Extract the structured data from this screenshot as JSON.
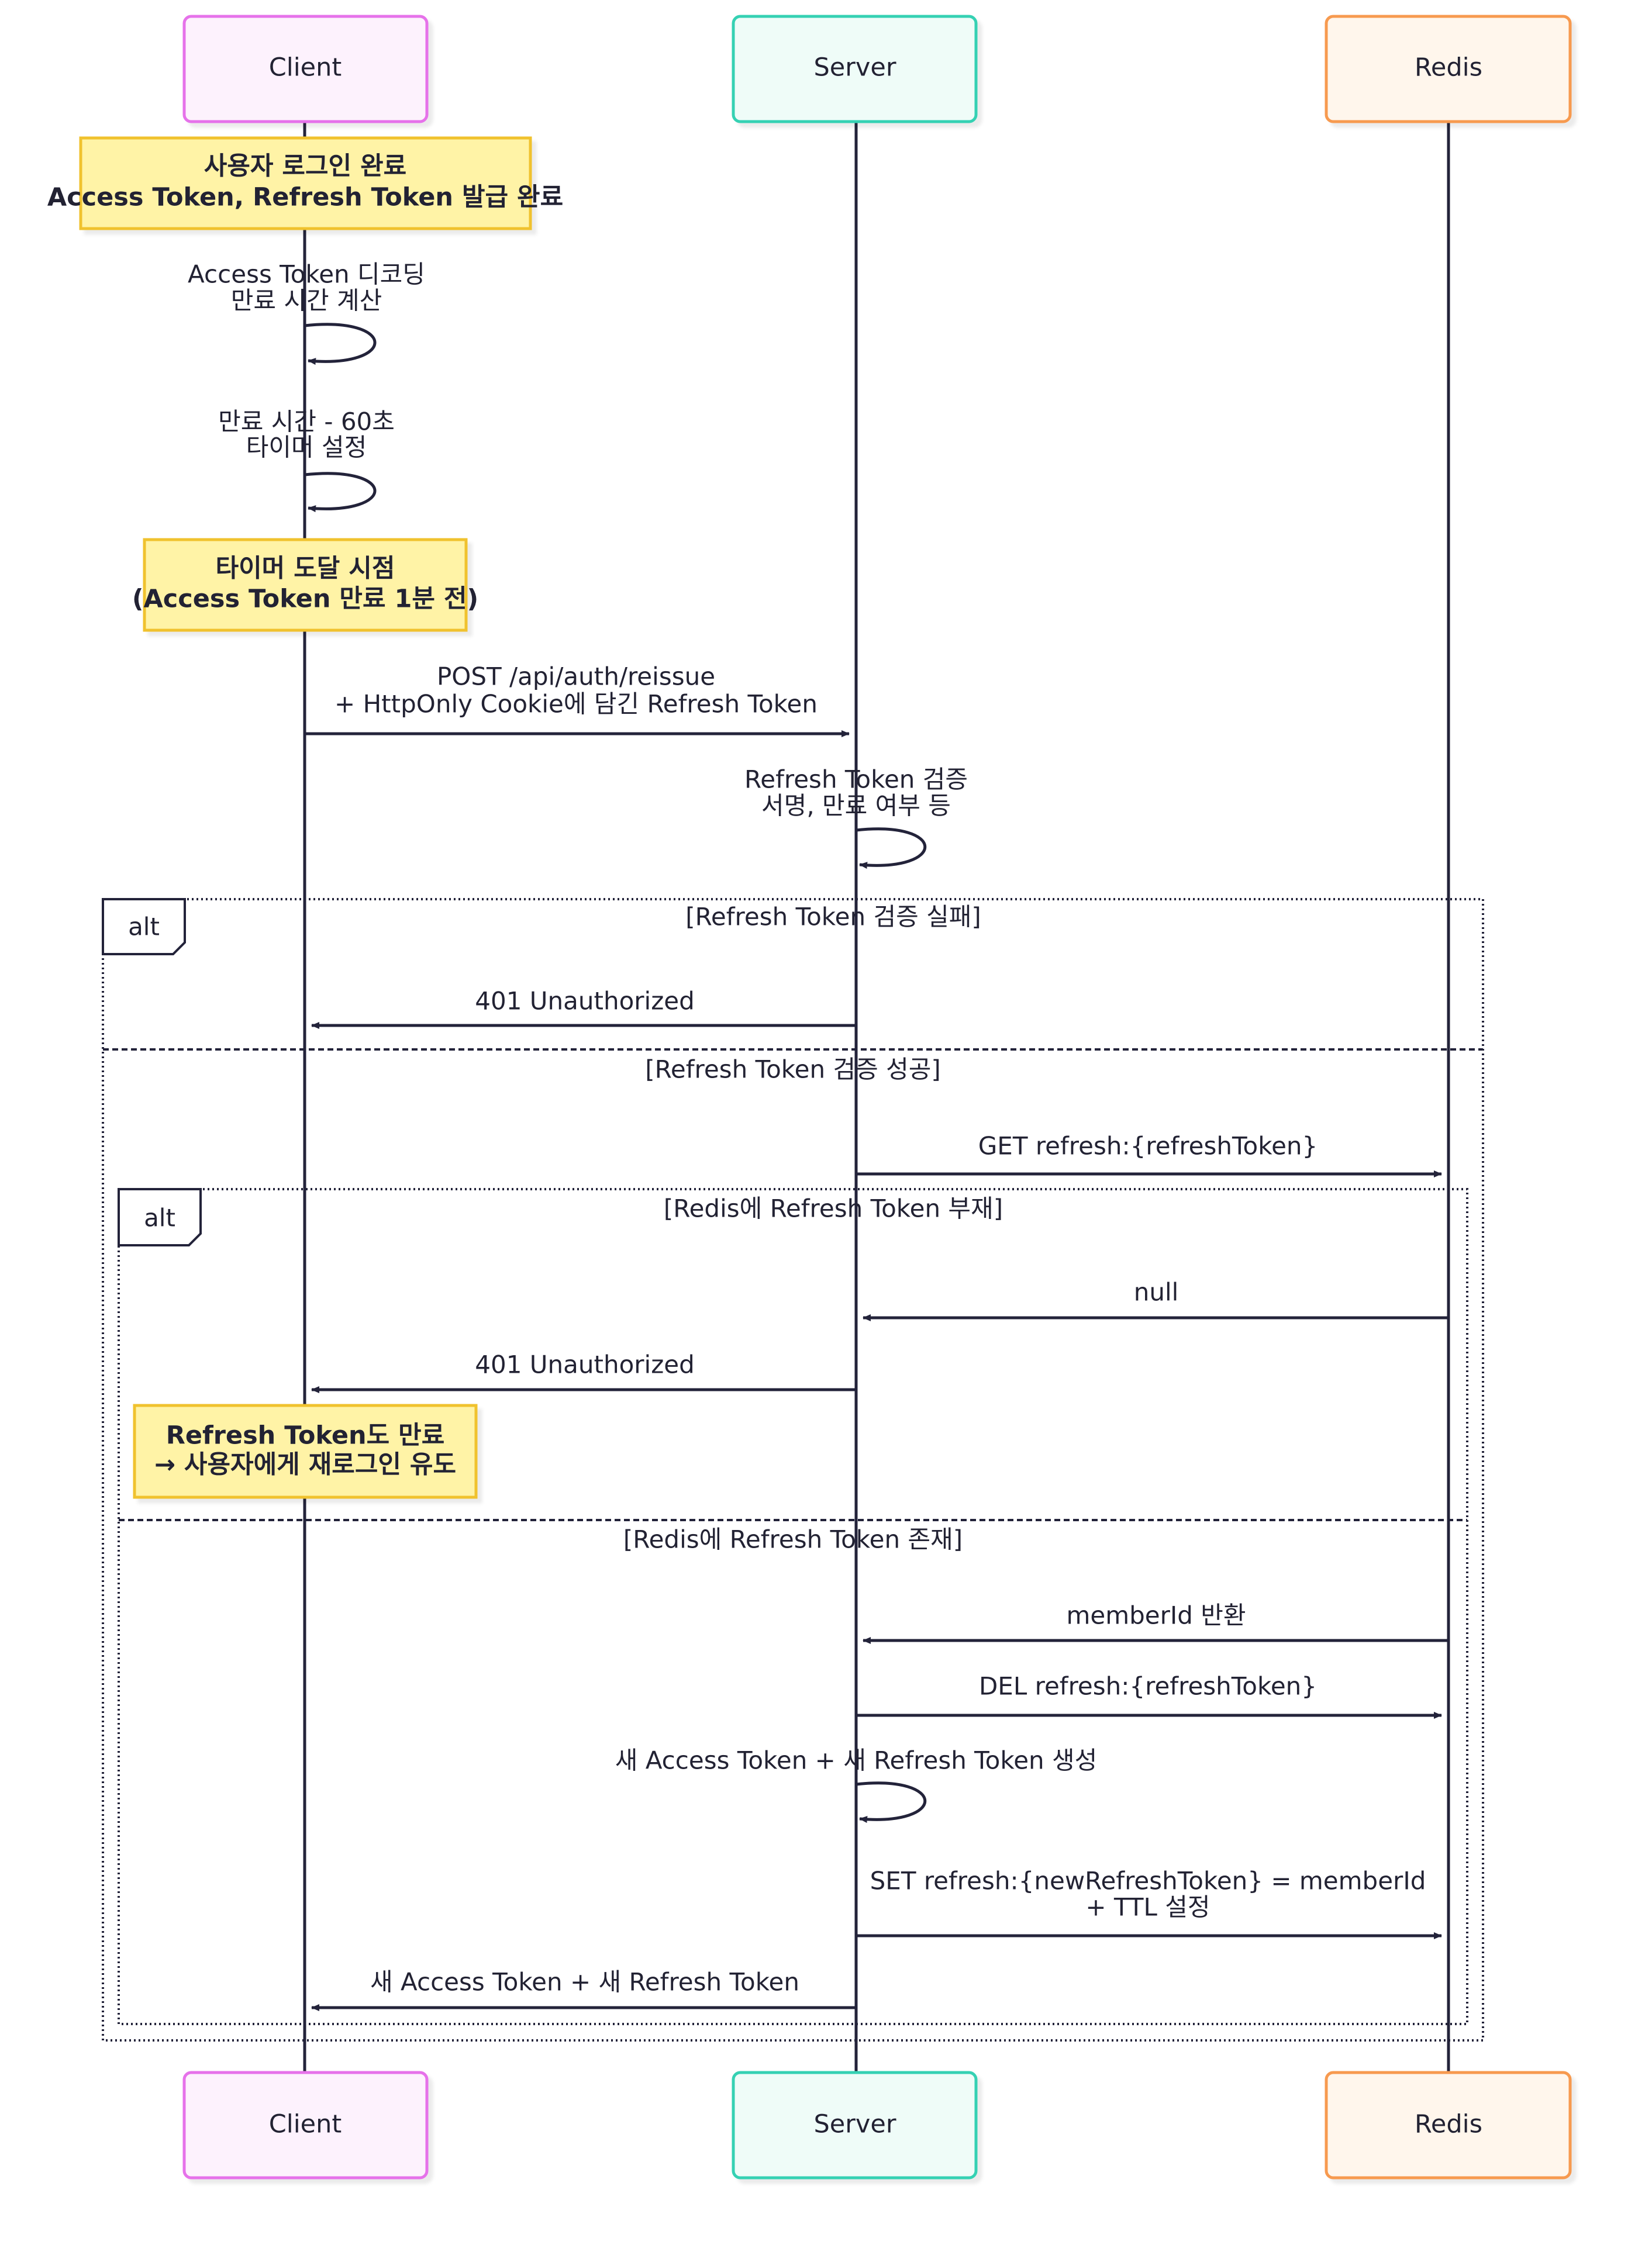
{
  "participants": [
    {
      "id": "client",
      "label": "Client",
      "fill": "#fdf2fd",
      "stroke": "#e672ea"
    },
    {
      "id": "server",
      "label": "Server",
      "fill": "#effcf8",
      "stroke": "#35d1b3"
    },
    {
      "id": "redis",
      "label": "Redis",
      "fill": "#fff6ec",
      "stroke": "#f79a50"
    }
  ],
  "note_colors": {
    "fill": "#fff3a6",
    "stroke": "#f0c22d"
  },
  "line_color": "#23233a",
  "notes": {
    "login": [
      "사용자 로그인 완료",
      "Access Token, Refresh Token 발급 완료"
    ],
    "timer": [
      "타이머 도달 시점",
      "(Access Token 만료 1분 전)"
    ],
    "expired": [
      "Refresh Token도 만료",
      "→ 사용자에게 재로그인 유도"
    ]
  },
  "messages": {
    "decode": [
      "Access Token 디코딩",
      "만료 시간 계산"
    ],
    "set_timer": [
      "만료 시간 - 60초",
      "타이머 설정"
    ],
    "reissue": [
      "POST /api/auth/reissue",
      "+ HttpOnly Cookie에 담긴 Refresh Token"
    ],
    "verify": [
      "Refresh Token 검증",
      "서명, 만료 여부 등"
    ],
    "unauth_1": "401 Unauthorized",
    "get_refresh": "GET refresh:{refreshToken}",
    "null_reply": "null",
    "unauth_2": "401 Unauthorized",
    "member_id": "memberId 반환",
    "del_refresh": "DEL refresh:{refreshToken}",
    "generate": "새 Access Token + 새 Refresh Token 생성",
    "set_refresh": [
      "SET refresh:{newRefreshToken} = memberId",
      "+ TTL 설정"
    ],
    "new_tokens": "새 Access Token + 새 Refresh Token"
  },
  "fragments": {
    "outer": {
      "keyword": "alt",
      "cond_1": "[Refresh Token 검증 실패]",
      "cond_2": "[Refresh Token 검증 성공]"
    },
    "inner": {
      "keyword": "alt",
      "cond_1": "[Redis에 Refresh Token 부재]",
      "cond_2": "[Redis에 Refresh Token 존재]"
    }
  }
}
